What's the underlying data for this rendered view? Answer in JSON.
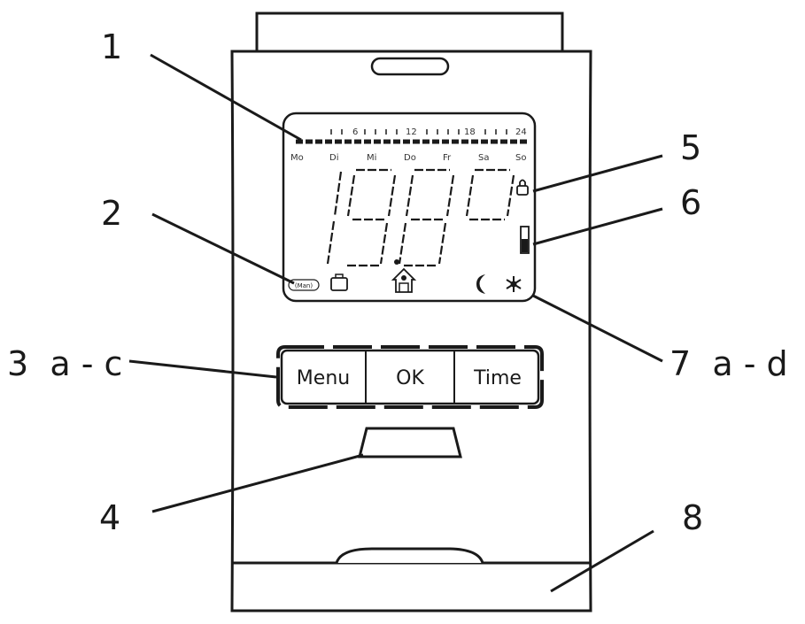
{
  "callouts": {
    "c1": "1",
    "c2": "2",
    "c3": "3  a - c",
    "c4": "4",
    "c5": "5",
    "c6": "6",
    "c7": "7  a - d",
    "c8": "8"
  },
  "display": {
    "hour_marks": [
      "6",
      "12",
      "18",
      "24"
    ],
    "weekdays": [
      "Mo",
      "Di",
      "Mi",
      "Do",
      "Fr",
      "Sa",
      "So"
    ],
    "digits": [
      "1",
      "9",
      "8"
    ],
    "mode_badge": "(Man)"
  },
  "buttons": {
    "menu": "Menu",
    "ok": "OK",
    "time": "Time"
  },
  "icons": [
    "lock-icon",
    "battery-icon",
    "home-icon",
    "suitcase-icon",
    "moon-icon",
    "snowflake-icon"
  ]
}
